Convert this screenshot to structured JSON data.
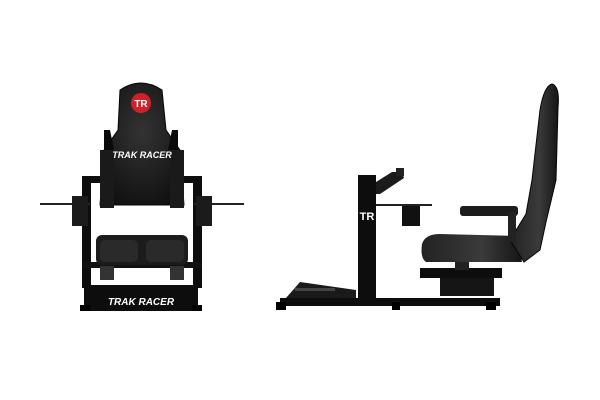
{
  "image": {
    "background": "#ffffff",
    "colors": {
      "frame": "#0d0d0d",
      "seat": "#1a1a1a",
      "seat_highlight": "#2c2c2c",
      "logo_red": "#d0202a",
      "text": "#ffffff",
      "tray": "#111111"
    }
  },
  "front_view": {
    "headrest_logo": "TR",
    "seat_brand": "TRAK RACER",
    "base_brand": "TRAK RACER"
  },
  "side_view": {
    "column_logo": "TR"
  }
}
